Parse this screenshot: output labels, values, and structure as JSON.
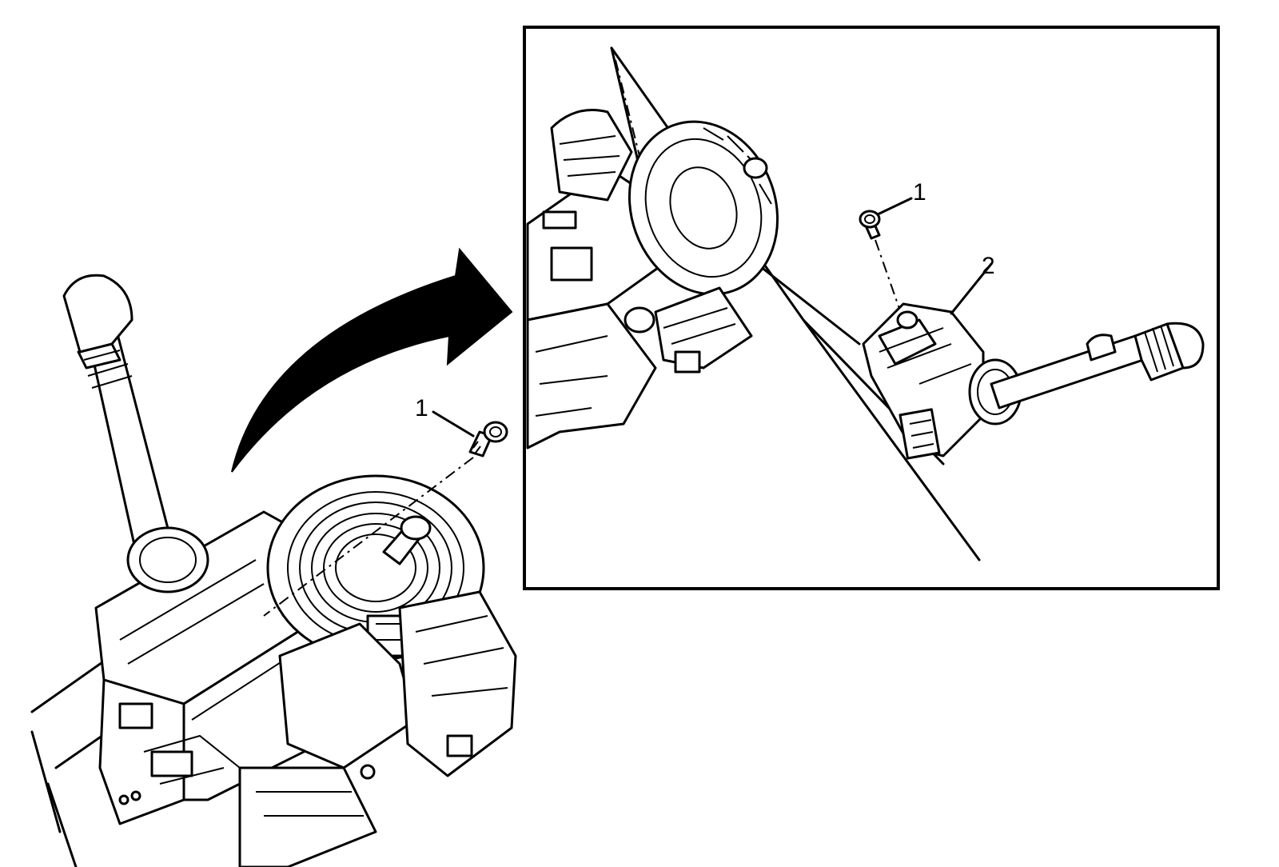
{
  "figure": {
    "overview_callouts": {
      "fastener": "1"
    },
    "detail_callouts": {
      "fastener": "1",
      "switch_assembly": "2"
    },
    "arrow_direction": "to-detail-view"
  }
}
